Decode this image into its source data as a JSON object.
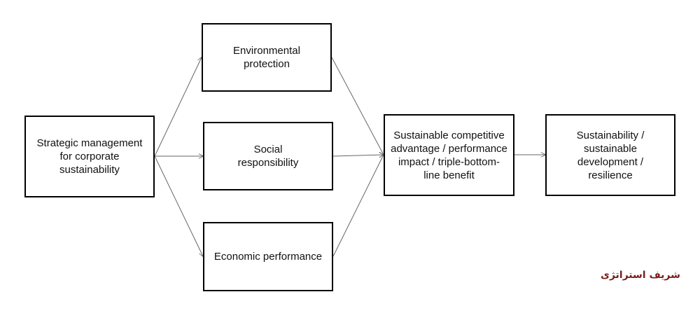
{
  "diagram": {
    "nodes": {
      "strategic": "Strategic management for corporate sustainability",
      "environmental": "Environmental protection",
      "social": "Social responsibility",
      "economic": "Economic performance",
      "advantage": "Sustainable competitive advantage / performance impact / triple-bottom-line benefit",
      "sustainability": "Sustainability / sustainable development / resilience"
    },
    "line_color": "#666666",
    "box_border_color": "#000000"
  },
  "watermark": {
    "text": "شریف استراتژی",
    "color": "#7a1c1c"
  }
}
